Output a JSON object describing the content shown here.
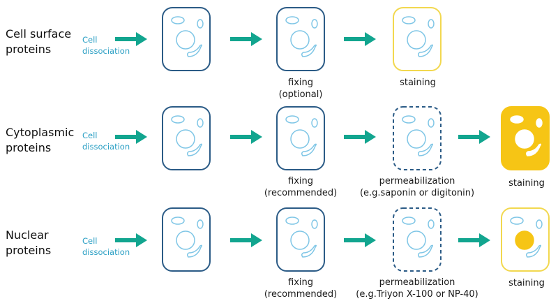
{
  "colors": {
    "arrow": "#12a58f",
    "cell_outline": "#2b5b86",
    "organelle": "#7fc6e6",
    "stain": "#f6c515",
    "stain_outline": "#f2d84f",
    "label_blue": "#2a9fc4"
  },
  "rows": [
    {
      "title_line1": "Cell surface",
      "title_line2": "proteins",
      "cell_label_line1": "Cell",
      "cell_label_line2": "dissociation",
      "steps": [
        {
          "type": "plain",
          "caption1": "",
          "caption2": ""
        },
        {
          "type": "plain",
          "caption1": "fixing",
          "caption2": "(optional)"
        },
        {
          "type": "surface-stain",
          "caption1": "staining",
          "caption2": ""
        }
      ]
    },
    {
      "title_line1": "Cytoplasmic",
      "title_line2": "proteins",
      "cell_label_line1": "Cell",
      "cell_label_line2": "dissociation",
      "steps": [
        {
          "type": "plain",
          "caption1": "",
          "caption2": ""
        },
        {
          "type": "plain",
          "caption1": "fixing",
          "caption2": "(recommended)"
        },
        {
          "type": "dashed",
          "caption1": "permeabilization",
          "caption2": "(e.g.saponin or digitonin)"
        },
        {
          "type": "cyto-stain",
          "caption1": "staining",
          "caption2": ""
        }
      ]
    },
    {
      "title_line1": "Nuclear",
      "title_line2": "proteins",
      "cell_label_line1": "Cell",
      "cell_label_line2": "dissociation",
      "steps": [
        {
          "type": "plain",
          "caption1": "",
          "caption2": ""
        },
        {
          "type": "plain",
          "caption1": "fixing",
          "caption2": "(recommended)"
        },
        {
          "type": "dashed",
          "caption1": "permeabilization",
          "caption2": "(e.g.Triyon X-100 or NP-40)"
        },
        {
          "type": "nuclear-stain",
          "caption1": "staining",
          "caption2": ""
        }
      ]
    }
  ]
}
